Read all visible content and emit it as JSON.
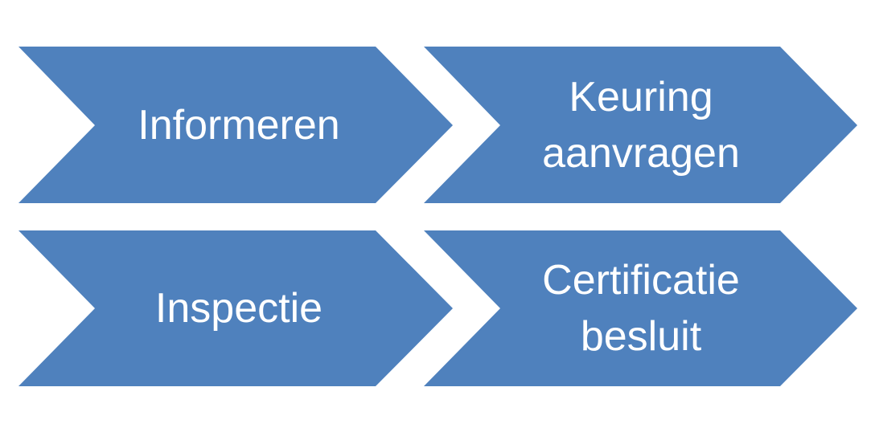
{
  "diagram": {
    "type": "chevron-process",
    "fill_color": "#4F81BD",
    "text_color": "#FFFFFF",
    "background": "#FFFFFF",
    "steps": [
      {
        "label": "Informeren"
      },
      {
        "label": "Keuring\naanvragen"
      },
      {
        "label": "Inspectie"
      },
      {
        "label": "Certificatie\nbesluit"
      }
    ]
  }
}
